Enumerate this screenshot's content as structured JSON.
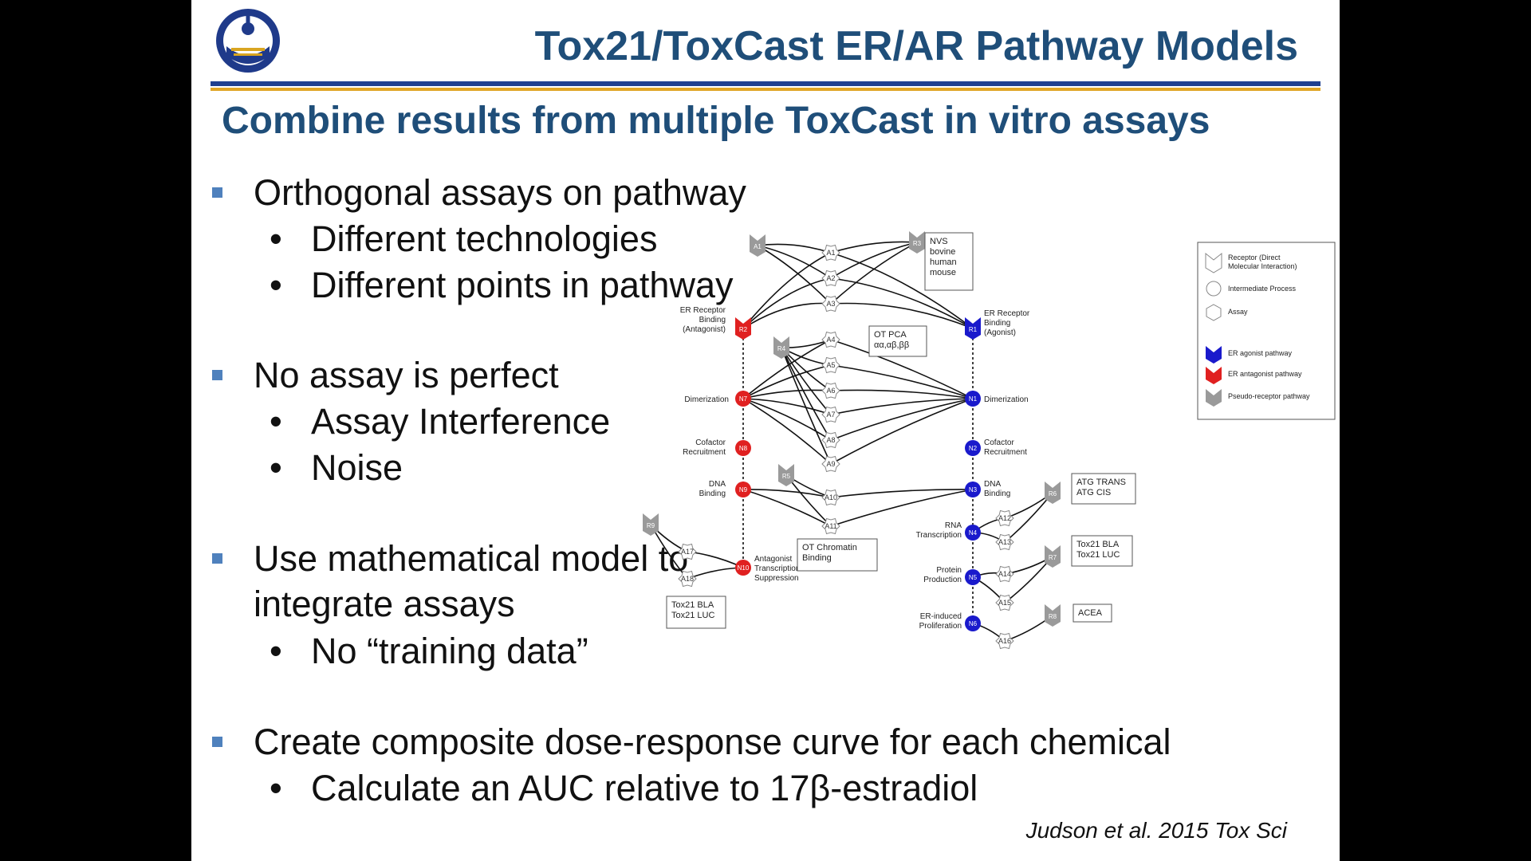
{
  "header": {
    "logo_icon": "epa-seal-icon",
    "title": "Tox21/ToxCast ER/AR Pathway Models"
  },
  "subtitle": "Combine results from multiple ToxCast in vitro assays",
  "bullets": [
    {
      "text": "Orthogonal assays on pathway",
      "subs": [
        "Different technologies",
        "Different points in pathway"
      ]
    },
    {
      "text": "No assay is perfect",
      "subs": [
        "Assay Interference",
        "Noise"
      ]
    },
    {
      "text": "Use mathematical model to integrate assays",
      "line1": "Use mathematical model to",
      "line2": "integrate assays",
      "subs": [
        "No “training data”"
      ]
    },
    {
      "text": "Create composite dose-response curve for each chemical",
      "subs": [
        "Calculate an AUC relative to 17β-estradiol"
      ]
    }
  ],
  "citation": "Judson et al. 2015 Tox Sci",
  "diagram": {
    "boxes": {
      "nvs": [
        "NVS",
        "bovine",
        "human",
        "mouse"
      ],
      "otpca": [
        "OT PCA",
        "αα,αβ,ββ"
      ],
      "ot_chromatin": [
        "OT Chromatin",
        "Binding"
      ],
      "atg": [
        "ATG TRANS",
        "ATG CIS"
      ],
      "tox21_right": [
        "Tox21 BLA",
        "Tox21 LUC"
      ],
      "acea": "ACEA",
      "tox21_left": [
        "Tox21 BLA",
        "Tox21 LUC"
      ]
    },
    "legend": {
      "receptor": [
        "Receptor (Direct",
        "Molecular Interaction)"
      ],
      "intermediate": "Intermediate Process",
      "assay": "Assay",
      "agonist": "ER agonist pathway",
      "antagonist": "ER antagonist pathway",
      "pseudo": "Pseudo-receptor pathway"
    },
    "left_labels": {
      "er_binding": [
        "ER Receptor",
        "Binding",
        "(Antagonist)"
      ],
      "dimerization": "Dimerization",
      "cofactor": [
        "Cofactor",
        "Recruitment"
      ],
      "dna": [
        "DNA",
        "Binding"
      ],
      "antagonist_supp": [
        "Antagonist",
        "Transcription",
        "Suppression"
      ]
    },
    "right_labels": {
      "er_binding": [
        "ER Receptor",
        "Binding",
        "(Agonist)"
      ],
      "dimerization": "Dimerization",
      "cofactor": [
        "Cofactor",
        "Recruitment"
      ],
      "dna": [
        "DNA",
        "Binding"
      ],
      "rna": [
        "RNA",
        "Transcription"
      ],
      "protein": [
        "Protein",
        "Production"
      ],
      "proliferation": [
        "ER-induced",
        "Proliferation"
      ]
    },
    "nodes": {
      "red": [
        "R2",
        "N7",
        "N8",
        "N9",
        "N10"
      ],
      "blue": [
        "R1",
        "N1",
        "N2",
        "N3",
        "N4",
        "N5",
        "N6"
      ],
      "pseudo": [
        "A1",
        "R3",
        "R4",
        "R5",
        "R6",
        "R7",
        "R8",
        "R9"
      ],
      "assays": [
        "A1",
        "A2",
        "A3",
        "A4",
        "A5",
        "A6",
        "A7",
        "A8",
        "A9",
        "A10",
        "A11",
        "A12",
        "A13",
        "A14",
        "A15",
        "A16",
        "A17",
        "A18"
      ]
    },
    "colors": {
      "agonist": "#1a1acc",
      "antagonist": "#e02020",
      "pseudo": "#9a9a9a",
      "title": "#1f4e79"
    }
  }
}
